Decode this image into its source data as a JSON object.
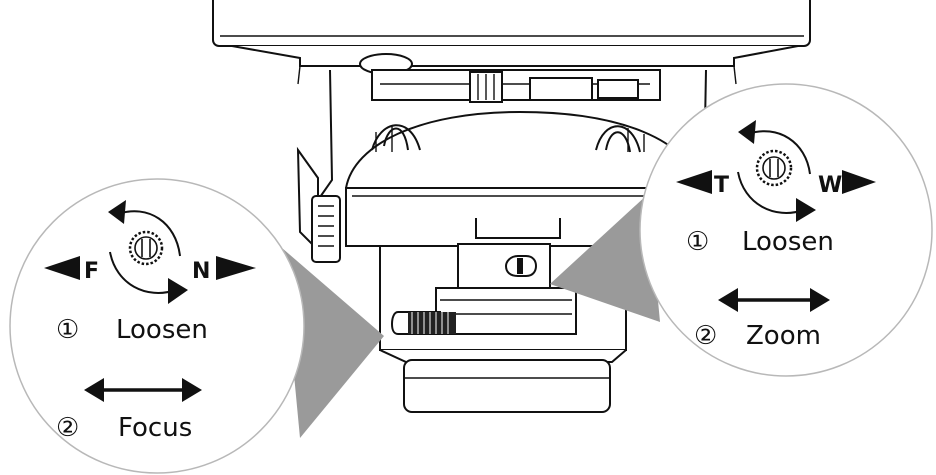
{
  "callouts": {
    "focus": {
      "left_letter": "F",
      "right_letter": "N",
      "step1_number": "①",
      "step1_text": "Loosen",
      "step2_number": "②",
      "step2_text": "Focus"
    },
    "zoom": {
      "left_letter": "T",
      "right_letter": "W",
      "step1_number": "①",
      "step1_text": "Loosen",
      "step2_number": "②",
      "step2_text": "Zoom"
    }
  },
  "colors": {
    "line": "#111111",
    "callout_border": "#b8b8b8",
    "pointer_fill": "#9a9a9a",
    "background": "#ffffff"
  }
}
